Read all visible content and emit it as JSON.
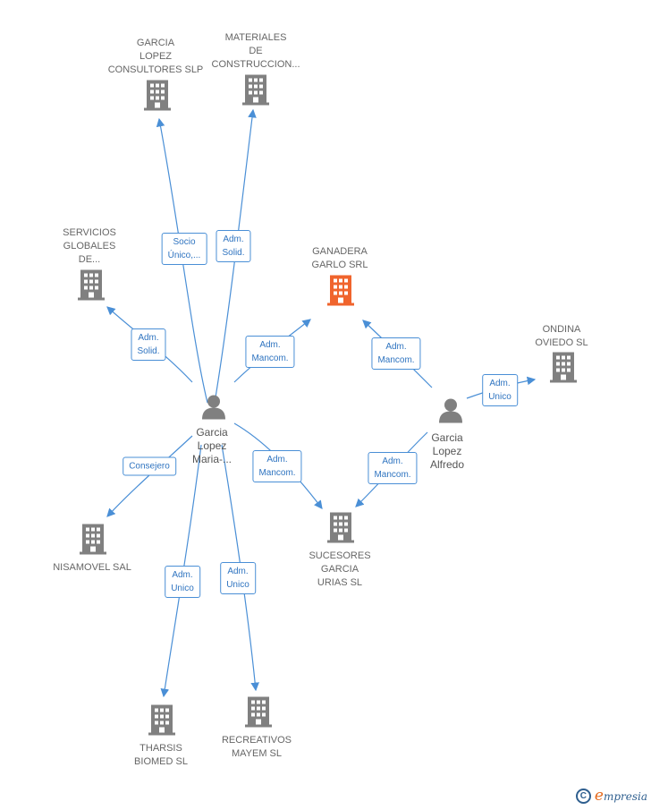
{
  "colors": {
    "edge": "#4a8fd6",
    "node": "#808080",
    "highlight": "#f0642d",
    "person": "#808080"
  },
  "nodes": {
    "garcia_lopez_consultores": "GARCIA\nLOPEZ\nCONSULTORES SLP",
    "materiales": "MATERIALES\nDE\nCONSTRUCCION...",
    "servicios_globales": "SERVICIOS\nGLOBALES\nDE...",
    "ganadera_garlo": "GANADERA\nGARLO SRL",
    "ondina_oviedo": "ONDINA\nOVIEDO SL",
    "garcia_lopez_maria": "Garcia\nLopez\nMaria-...",
    "garcia_lopez_alfredo": "Garcia\nLopez\nAlfredo",
    "nisamovel": "NISAMOVEL SAL",
    "sucesores": "SUCESORES\nGARCIA\nURIAS SL",
    "tharsis": "THARSIS\nBIOMED SL",
    "recreativos": "RECREATIVOS\nMAYEM SL"
  },
  "edges": {
    "socio_unico": "Socio\nÚnico,...",
    "adm_solid_materiales": "Adm.\nSolid.",
    "adm_solid_servicios": "Adm.\nSolid.",
    "adm_mancom_ganadera_maria": "Adm.\nMancom.",
    "adm_mancom_ganadera_alfredo": "Adm.\nMancom.",
    "adm_unico_ondina": "Adm.\nUnico",
    "consejero": "Consejero",
    "adm_mancom_sucesores_maria": "Adm.\nMancom.",
    "adm_mancom_sucesores_alfredo": "Adm.\nMancom.",
    "adm_unico_tharsis": "Adm.\nUnico",
    "adm_unico_recreativos": "Adm.\nUnico"
  },
  "brand": {
    "copyright": "C",
    "initial": "e",
    "rest": "mpresia"
  }
}
